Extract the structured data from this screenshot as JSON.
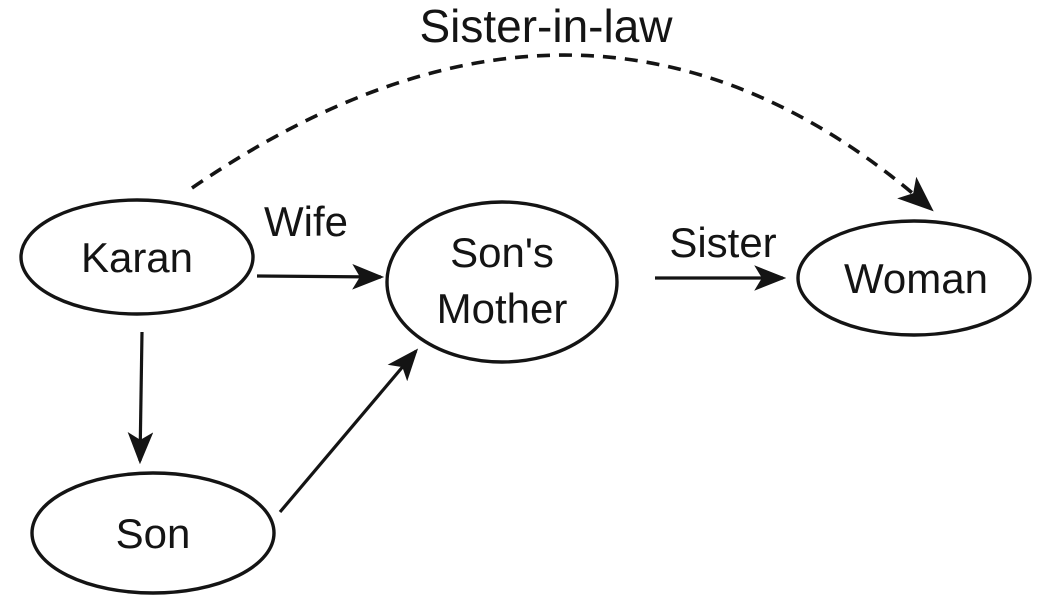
{
  "diagram": {
    "type": "relationship-graph",
    "colors": {
      "ink": "#141414",
      "background": "#ffffff"
    },
    "nodes": [
      {
        "id": "karan",
        "label": "Karan"
      },
      {
        "id": "sons-mother",
        "lines": [
          "Son's",
          "Mother"
        ]
      },
      {
        "id": "woman",
        "label": "Woman"
      },
      {
        "id": "son",
        "label": "Son"
      }
    ],
    "edges": [
      {
        "id": "wife",
        "from": "Karan",
        "to": "Son's Mother",
        "label": "Wife",
        "style": "solid-arrow"
      },
      {
        "id": "sister",
        "from": "Son's Mother",
        "to": "Woman",
        "label": "Sister",
        "style": "solid-arrow"
      },
      {
        "id": "karan-to-son",
        "from": "Karan",
        "to": "Son",
        "label": "",
        "style": "solid-arrow"
      },
      {
        "id": "son-to-mother",
        "from": "Son",
        "to": "Son's Mother",
        "label": "",
        "style": "solid-arrow"
      },
      {
        "id": "sister-in-law",
        "from": "Karan",
        "to": "Woman",
        "label": "Sister-in-law",
        "style": "dashed-arrow"
      }
    ]
  }
}
